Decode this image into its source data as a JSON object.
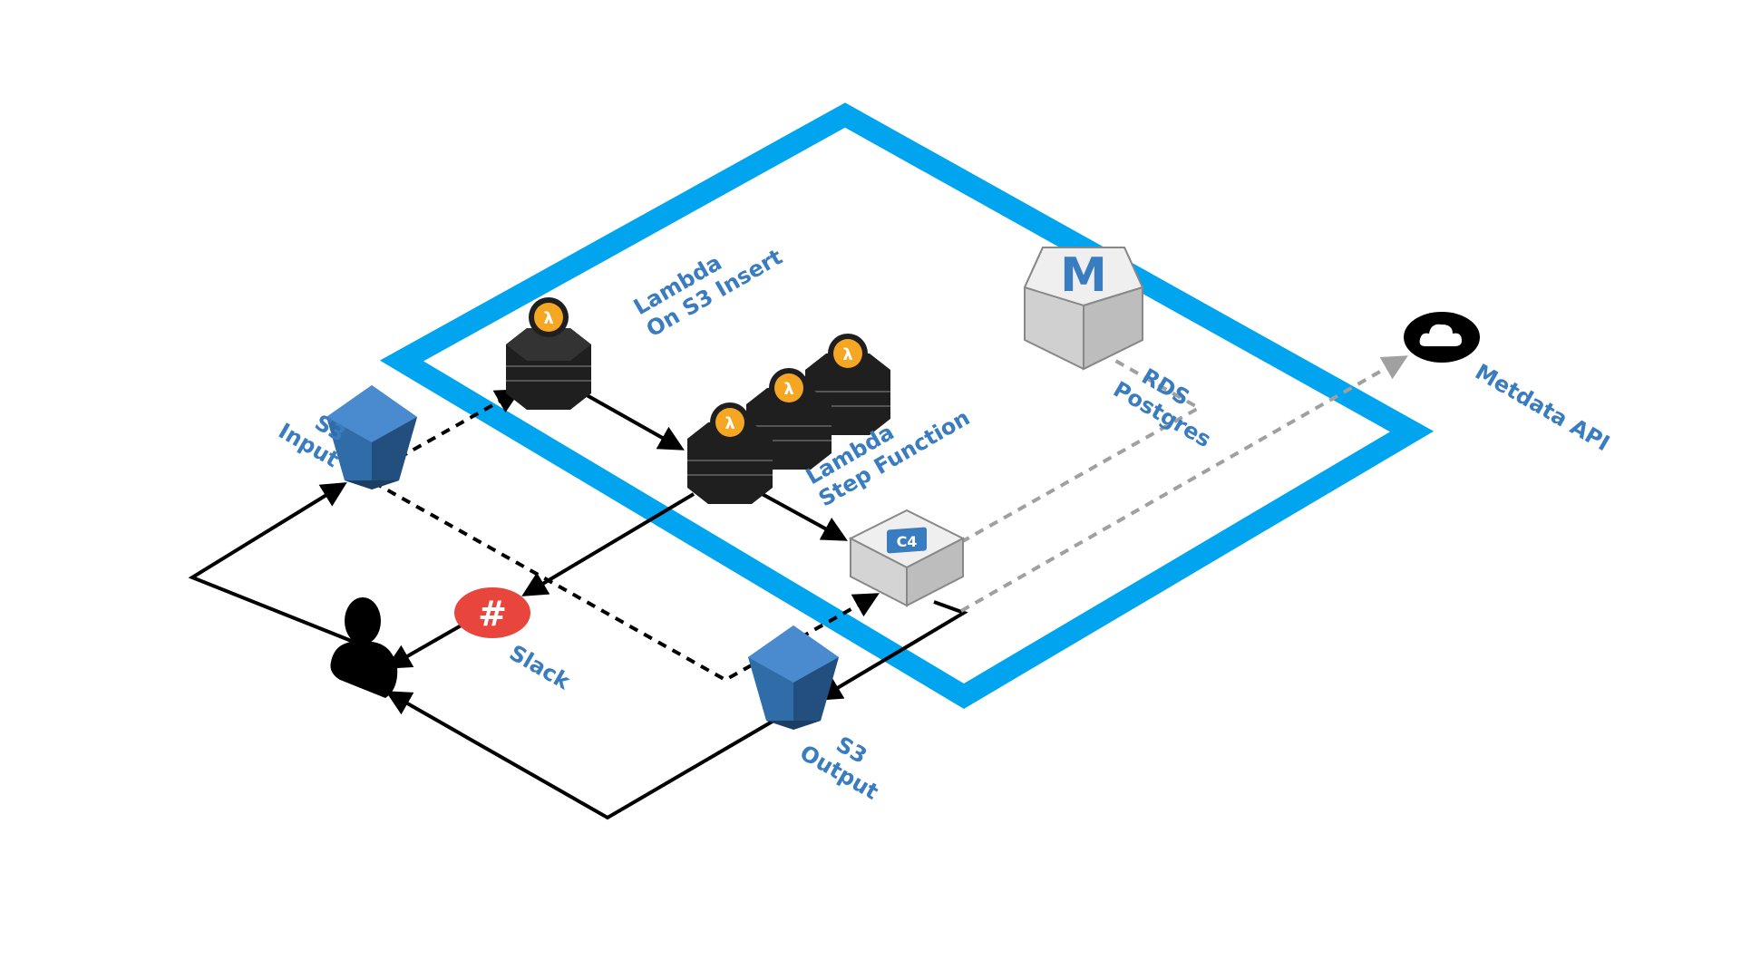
{
  "labels": {
    "lambda_insert_line1": "Lambda",
    "lambda_insert_line2": "On S3 Insert",
    "lambda_step_line1": "Lambda",
    "lambda_step_line2": "Step Function",
    "rds_line1": "RDS",
    "rds_line2": "Postgres",
    "metadata_api": "Metdata API",
    "s3_input_line1": "S3",
    "s3_input_line2": "Input",
    "s3_output_line1": "S3",
    "s3_output_line2": "Output",
    "slack": "Slack",
    "compute_badge": "C4",
    "rds_glyph": "M",
    "slack_glyph": "#",
    "lambda_glyph": "λ"
  },
  "colors": {
    "vpc_border": "#00a4ef",
    "label_blue": "#3a7cc0",
    "lambda_dark": "#1f1f1f",
    "lambda_badge": "#f5a623",
    "bucket_blue": "#2f6ca8",
    "slack_red": "#e8453c",
    "gray_dashed": "#a0a0a0",
    "black": "#000000"
  },
  "icons": {
    "lambda": "aws-lambda-icon",
    "s3": "aws-s3-bucket-icon",
    "rds": "aws-rds-icon",
    "compute": "aws-ec2-c4-icon",
    "slack": "slack-icon",
    "user": "user-icon",
    "api": "cloud-api-icon"
  }
}
